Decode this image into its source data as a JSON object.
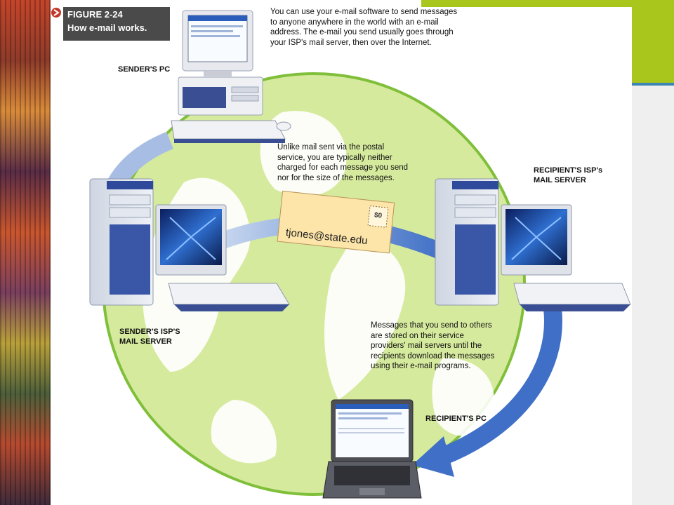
{
  "figure": {
    "number": "FIGURE 2-24",
    "title": "How e-mail works."
  },
  "captions": {
    "intro": [
      "You can use your e-mail software to send messages",
      "to anyone anywhere in the world with an e-mail",
      "address. The e-mail you send usually goes through",
      "your ISP's mail server, then over the Internet."
    ],
    "postal": [
      "Unlike mail sent via the postal",
      "service, you are typically neither",
      "charged for each message you send",
      "nor for the size of the messages."
    ],
    "storage": [
      "Messages that you send to others",
      "are stored on their service",
      "providers' mail servers until the",
      "recipients download the messages",
      "using their e-mail programs."
    ]
  },
  "nodes": {
    "senders_pc": "SENDER'S PC",
    "senders_isp": [
      "SENDER'S ISP'S",
      "MAIL SERVER"
    ],
    "recipients_isp": [
      "RECIPIENT'S ISP's",
      "MAIL SERVER"
    ],
    "recipients_pc": "RECIPIENT'S PC"
  },
  "envelope": {
    "address": "tjones@state.edu",
    "stamp": "$0"
  },
  "colors": {
    "globe_fill": "#d6ea9e",
    "ocean": "#ffffff",
    "arrow_blue": "#4f7fd0",
    "envelope": "#fde4a8",
    "slide_green": "#a8c61b"
  }
}
